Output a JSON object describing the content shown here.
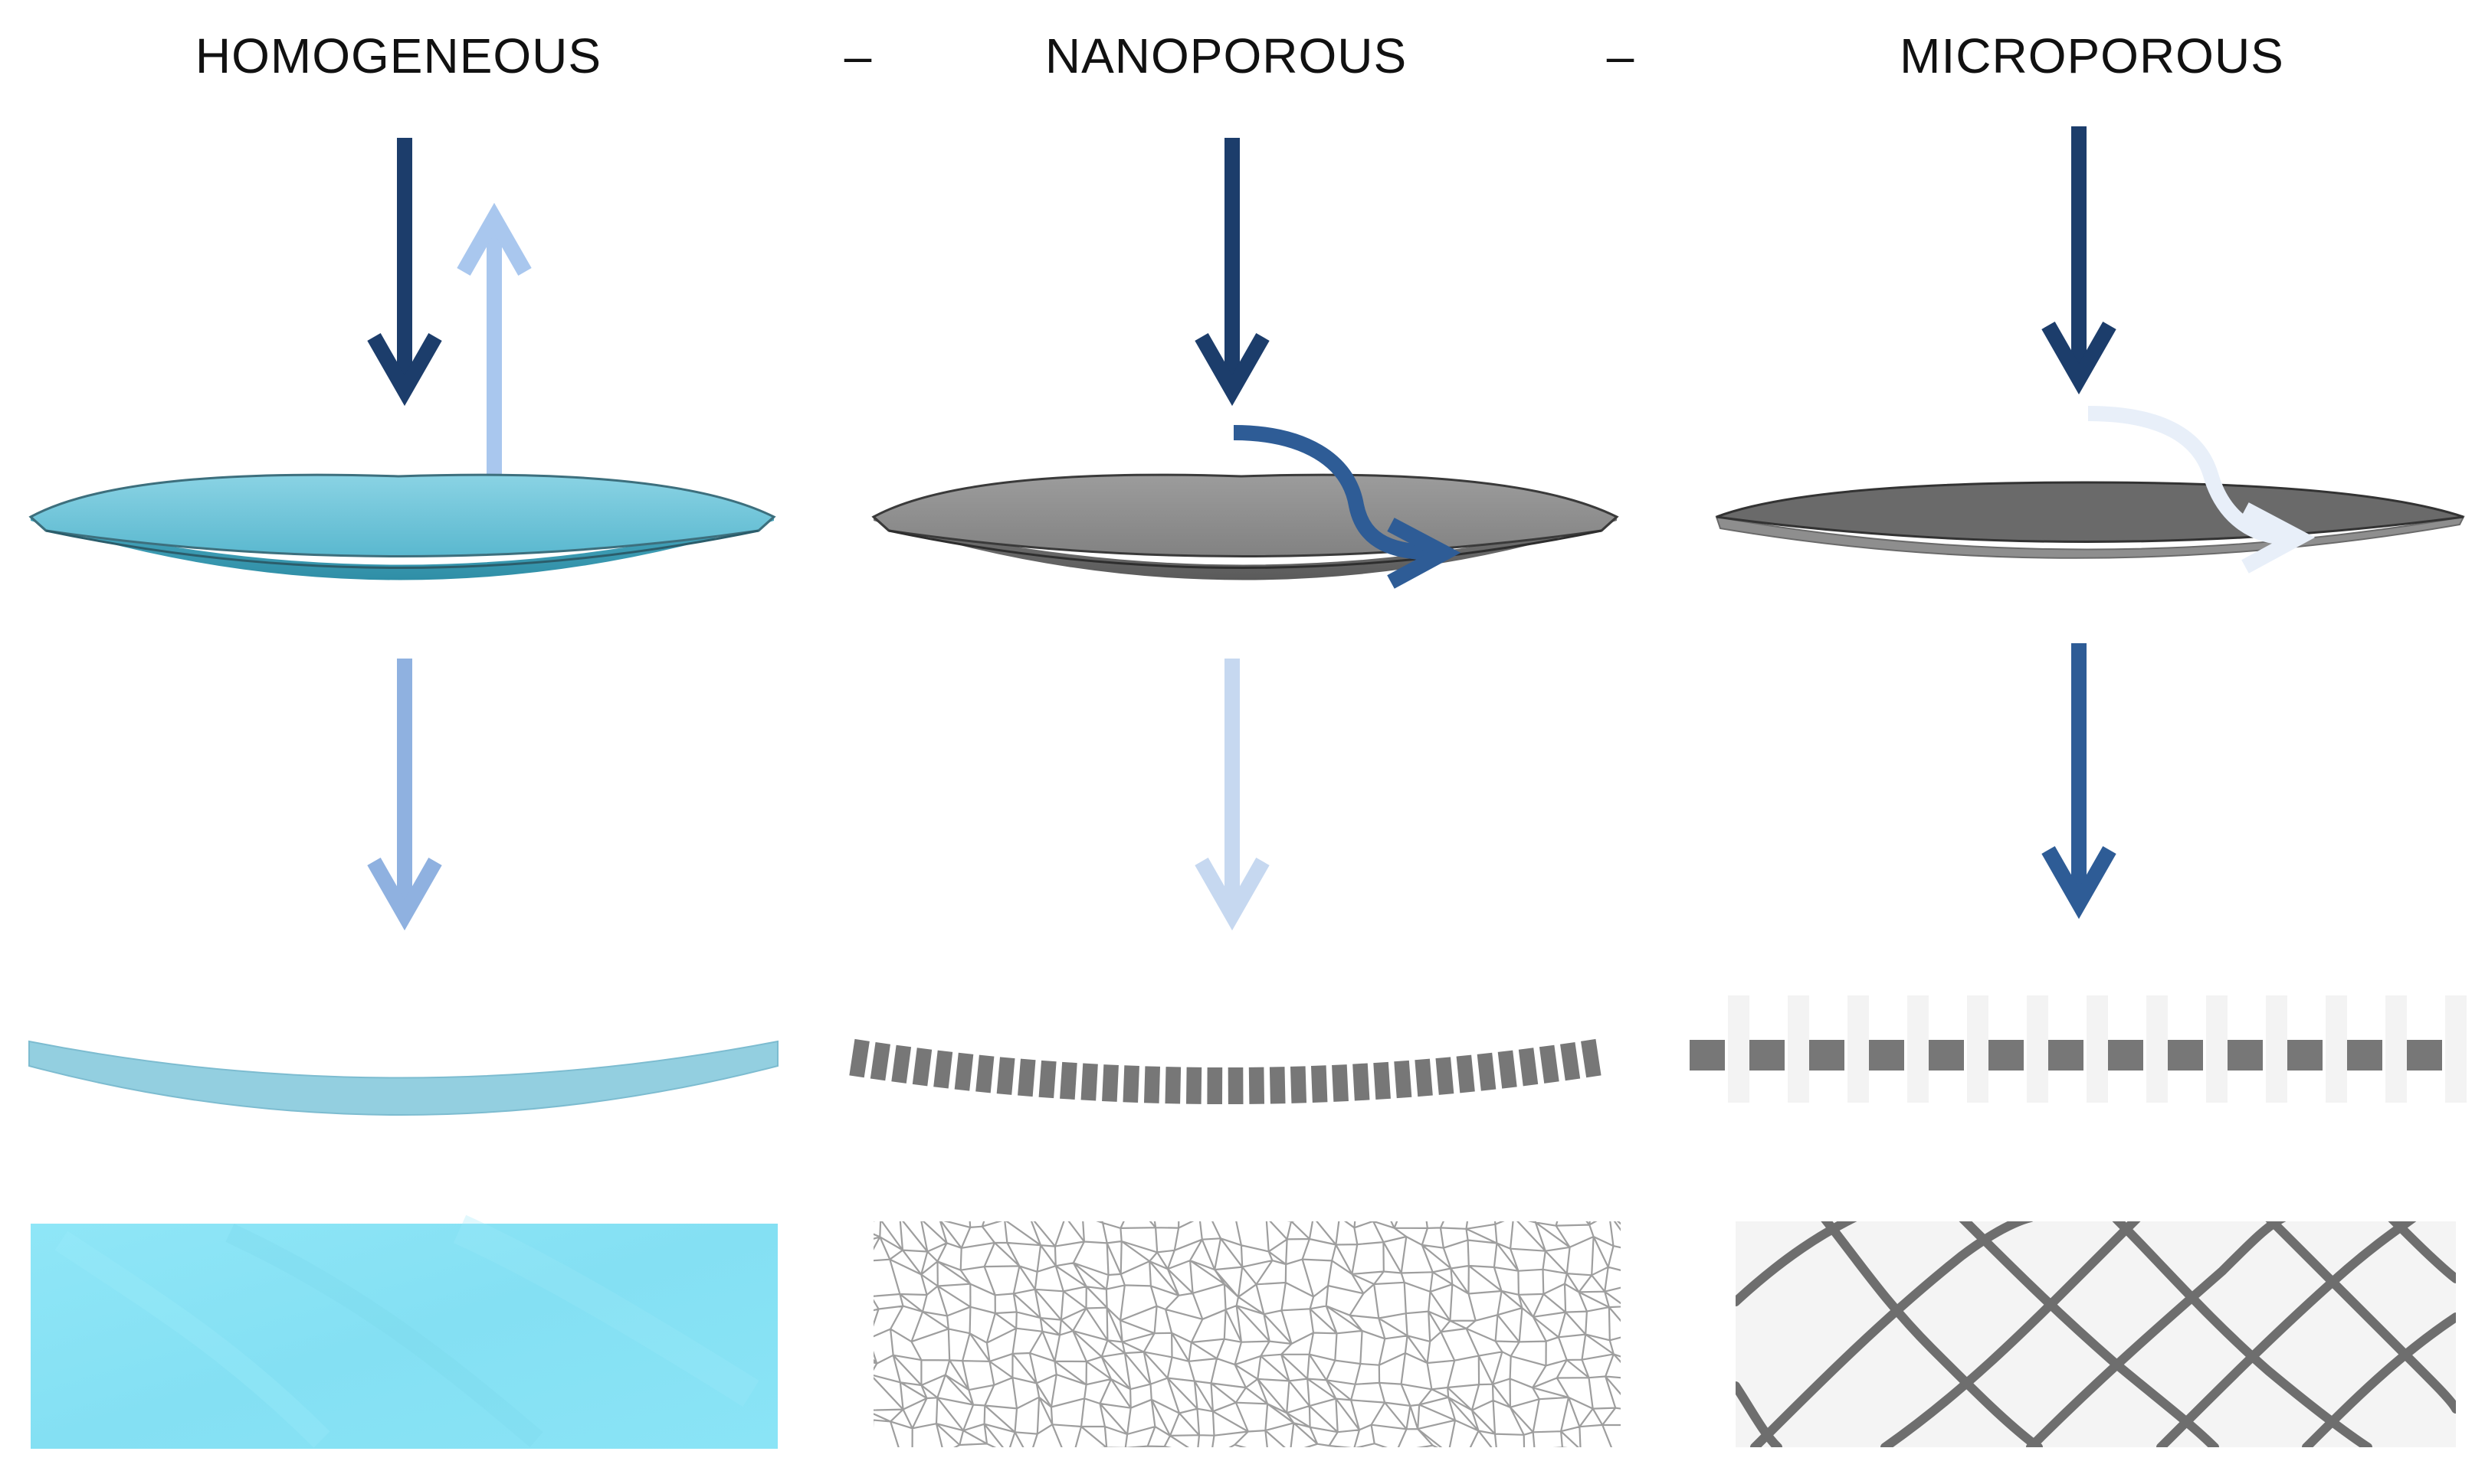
{
  "headers": {
    "homogeneous": "HOMOGENEOUS",
    "nanoporous": "NANOPOROUS",
    "microporous": "MICROPOROUS",
    "dash": "–"
  },
  "colors": {
    "arrow_dark": "#1c3d6b",
    "arrow_mid": "#2e5c96",
    "arrow_light": "#8fb1e0",
    "arrow_pale": "#c6d8f0",
    "arrow_white": "#e8eff9",
    "lens_blue": "#6fc3d8",
    "lens_blue_dark": "#3f9fb6",
    "strip_blue": "#93cfe0",
    "texture_blue": "#88e3f5",
    "lens_gray": "#8a8a8a",
    "lens_gray_dark": "#5e5e5e",
    "segment_gray": "#777777",
    "cell_line": "#9e9e9e",
    "fiber_gray": "#6e6e6e"
  }
}
